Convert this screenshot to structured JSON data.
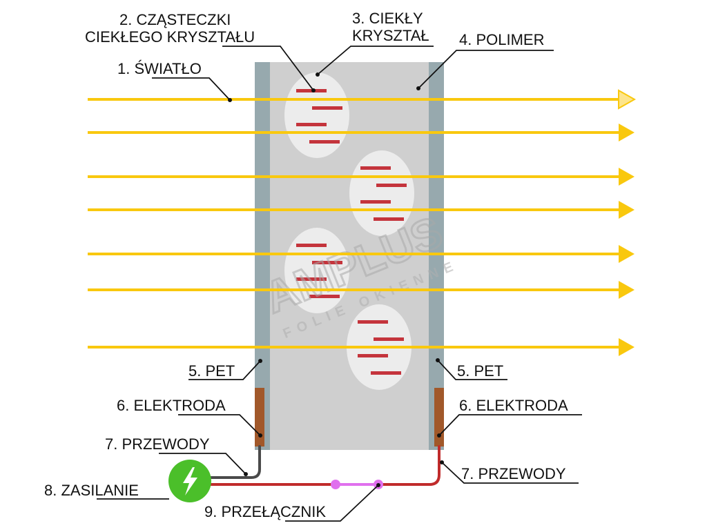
{
  "labels": {
    "light": "1. ŚWIATŁO",
    "particles_line1": "2. CZĄSTECZKI",
    "particles_line2": "CIEKŁEGO KRYSZTAŁU",
    "lc_line1": "3. CIEKŁY",
    "lc_line2": "KRYSZTAŁ",
    "polymer": "4. POLIMER",
    "pet_left": "5. PET",
    "pet_right": "5. PET",
    "electrode_left": "6. ELEKTRODA",
    "electrode_right": "6. ELEKTRODA",
    "wires_left": "7. PRZEWODY",
    "wires_right": "7. PRZEWODY",
    "power": "8. ZASILANIE",
    "switch": "9. PRZEŁĄCZNIK"
  },
  "watermark": {
    "brand": "AMPLUS",
    "sub": "FOLIE OKIENNE"
  },
  "icons": {
    "power": "lightning-bolt-icon"
  },
  "colors": {
    "light_ray": "#f9c80e",
    "pet": "#97a9ae",
    "polymer": "#cfcfcf",
    "droplet": "#ececec",
    "particle": "#c4343c",
    "electrode": "#a1582a",
    "wire_dark": "#4a4a4a",
    "wire_red": "#c02b2b",
    "switch": "#e070ee",
    "power": "#4bbf2a"
  }
}
